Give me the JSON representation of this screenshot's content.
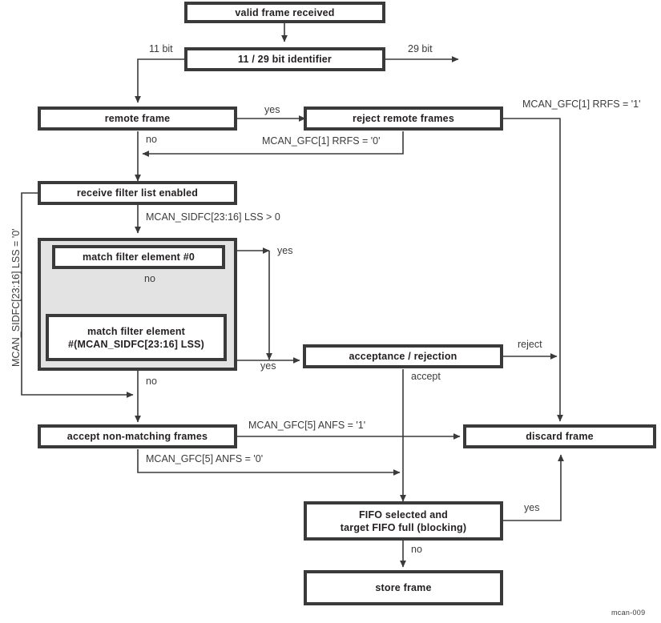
{
  "figure": {
    "id_label": "mcan-009",
    "colors": {
      "stroke": "#3a3a3a",
      "text": "#231f20",
      "label": "#3b3b3b",
      "group_fill": "#e3e3e3",
      "background": "#ffffff"
    }
  },
  "nodes": {
    "valid_frame": "valid frame received",
    "identifier": "11 / 29 bit identifier",
    "remote_frame": "remote frame",
    "reject_remote": "reject remote frames",
    "receive_filter": "receive filter list enabled",
    "match_first": "match filter element #0",
    "match_last_line1": "match filter element",
    "match_last_line2": "#(MCAN_SIDFC[23:16] LSS)",
    "acceptance": "acceptance / rejection",
    "accept_non_matching": "accept non-matching frames",
    "discard": "discard frame",
    "fifo_line1": "FIFO selected and",
    "fifo_line2": "target FIFO full (blocking)",
    "store": "store frame"
  },
  "labels": {
    "bit11": "11 bit",
    "bit29": "29 bit",
    "remote_yes": "yes",
    "remote_no": "no",
    "rrfs_0": "MCAN_GFC[1] RRFS = '0'",
    "rrfs_1": "MCAN_GFC[1] RRFS = '1'",
    "lss_gt0": "MCAN_SIDFC[23:16] LSS > 0",
    "lss_eq0": "MCAN_SIDFC[23:16] LSS = '0'",
    "match_no": "no",
    "match_yes_top": "yes",
    "match_yes_bottom": "yes",
    "filter_no": "no",
    "reject": "reject",
    "accept": "accept",
    "anfs_1": "MCAN_GFC[5] ANFS = '1'",
    "anfs_0": "MCAN_GFC[5] ANFS = '0'",
    "fifo_yes": "yes",
    "fifo_no": "no"
  }
}
